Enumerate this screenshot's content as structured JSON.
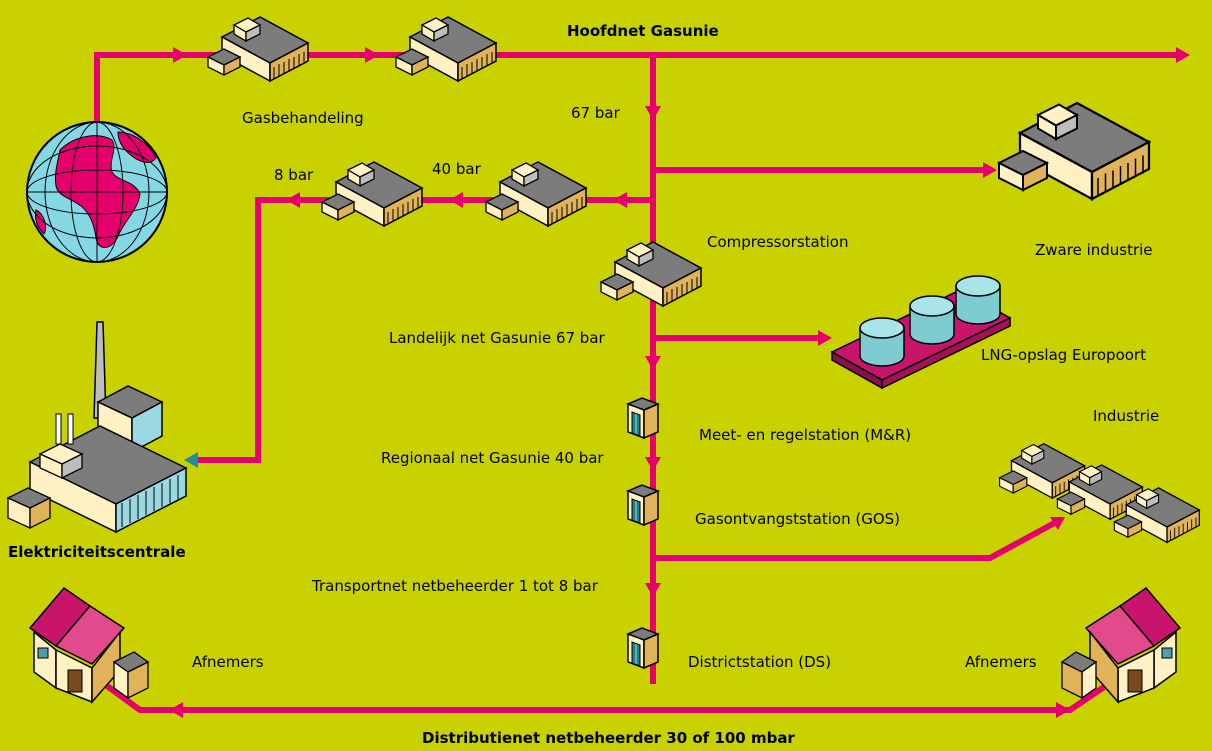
{
  "colors": {
    "background": "#c9d200",
    "pipeline": "#e5006d",
    "building_light": "#fff1c4",
    "building_dark": "#d8a84a",
    "roof_grey": "#8a8a8a",
    "roof_red": "#c8146a",
    "globe_ocean": "#86d7e4",
    "globe_land": "#e5006d",
    "lng_tank": "#7fcbd2",
    "lng_base": "#c8146a",
    "station_door": "#1f7f8a"
  },
  "labels": {
    "main_network": "Hoofdnet Gasunie",
    "gas_treatment": "Gasbehandeling",
    "pressure_67": "67 bar",
    "pressure_40": "40 bar",
    "pressure_8": "8 bar",
    "compressor_station": "Compressorstation",
    "heavy_industry": "Zware industrie",
    "national_network": "Landelijk net Gasunie 67 bar",
    "lng_storage": "LNG-opslag Europoort",
    "metering_station": "Meet- en regelstation (M&R)",
    "regional_network": "Regionaal net Gasunie 40 bar",
    "industry": "Industrie",
    "gas_receiving_station": "Gasontvangststation (GOS)",
    "power_plant": "Elektriciteitscentrale",
    "transport_network": "Transportnet netbeheerder 1 tot 8 bar",
    "consumers_left": "Afnemers",
    "district_station": "Districtstation (DS)",
    "consumers_right": "Afnemers",
    "distribution_network": "Distributienet netbeheerder 30 of 100 mbar"
  },
  "icons": [
    "globe-icon",
    "gas-treatment-plant-icon",
    "compressor-station-icon",
    "heavy-industry-icon",
    "lng-storage-icon",
    "metering-station-icon",
    "industry-icon",
    "power-plant-icon",
    "house-icon",
    "arrow-icon"
  ]
}
